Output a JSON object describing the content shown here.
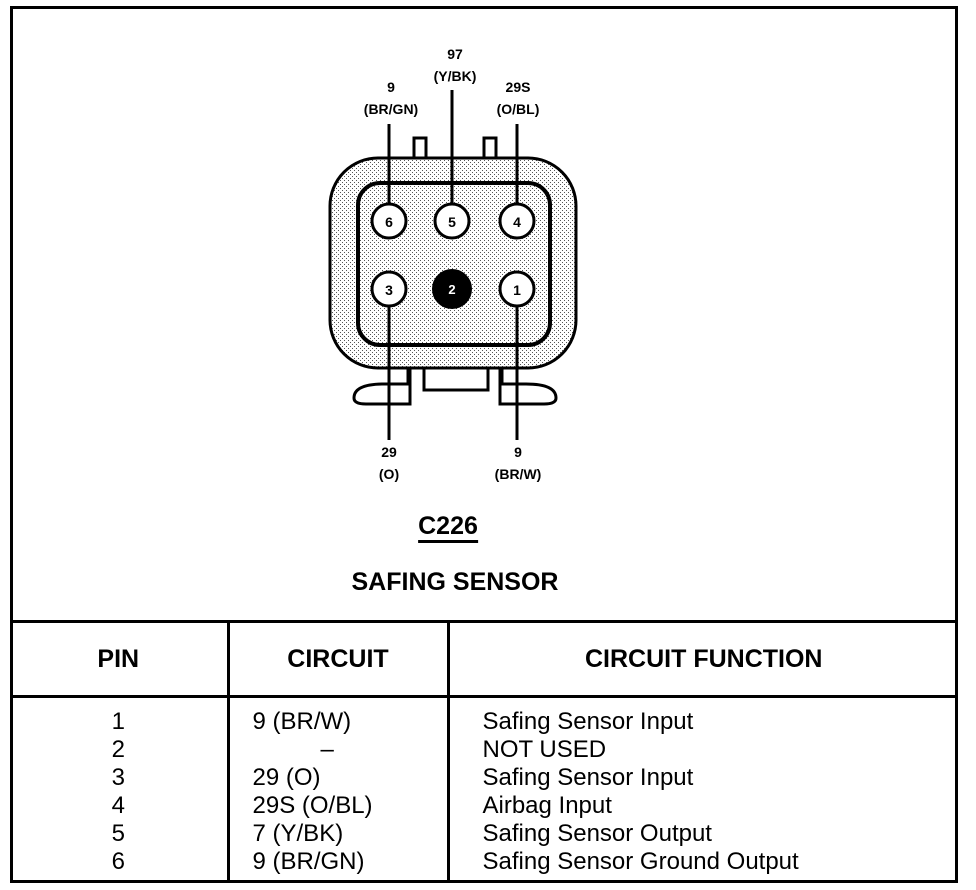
{
  "diagram": {
    "connector_id": "C226",
    "title": "SAFING SENSOR",
    "pins": [
      {
        "pin": "6",
        "filled": false
      },
      {
        "pin": "5",
        "filled": false
      },
      {
        "pin": "4",
        "filled": false
      },
      {
        "pin": "3",
        "filled": false
      },
      {
        "pin": "2",
        "filled": true
      },
      {
        "pin": "1",
        "filled": false
      }
    ],
    "wire_labels": {
      "pin6": {
        "circuit": "9",
        "color": "(BR/GN)"
      },
      "pin5": {
        "circuit": "97",
        "color": "(Y/BK)"
      },
      "pin4": {
        "circuit": "29S",
        "color": "(O/BL)"
      },
      "pin3": {
        "circuit": "29",
        "color": "(O)"
      },
      "pin1": {
        "circuit": "9",
        "color": "(BR/W)"
      }
    }
  },
  "table": {
    "headers": {
      "pin": "PIN",
      "circuit": "CIRCUIT",
      "function": "CIRCUIT FUNCTION"
    },
    "rows": [
      {
        "pin": "1",
        "circuit": "9 (BR/W)",
        "function": "Safing Sensor Input"
      },
      {
        "pin": "2",
        "circuit": "–",
        "function": "NOT USED"
      },
      {
        "pin": "3",
        "circuit": "29 (O)",
        "function": "Safing Sensor Input"
      },
      {
        "pin": "4",
        "circuit": "29S (O/BL)",
        "function": "Airbag Input"
      },
      {
        "pin": "5",
        "circuit": "7 (Y/BK)",
        "function": "Safing Sensor Output"
      },
      {
        "pin": "6",
        "circuit": "9 (BR/GN)",
        "function": "Safing Sensor Ground Output"
      }
    ]
  }
}
